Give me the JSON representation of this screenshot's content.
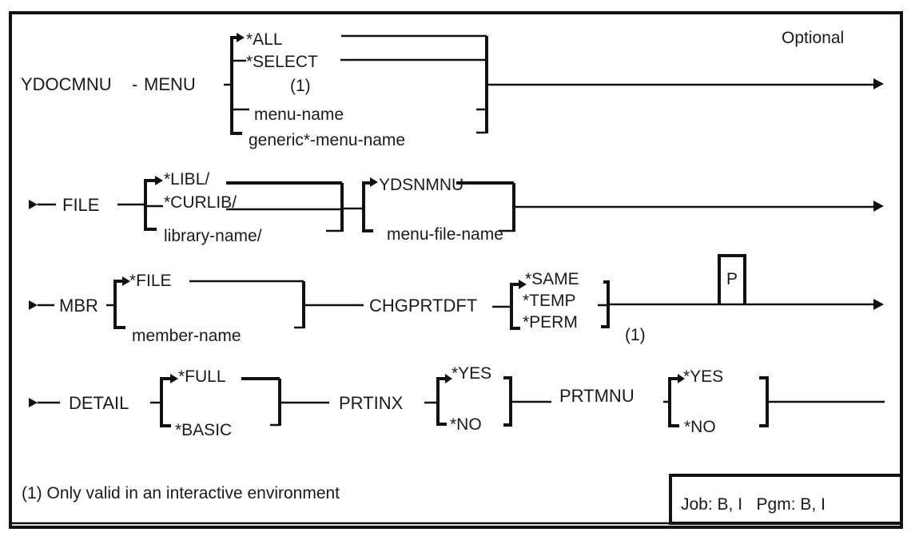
{
  "diagram": {
    "corner_label": "Optional",
    "rows": [
      {
        "command": "YDOCMNU",
        "separator": "-",
        "keyword": "MENU",
        "options": [
          "*ALL",
          "*SELECT",
          "(1)",
          "menu-name",
          "generic*-menu-name"
        ],
        "default": "*ALL"
      },
      {
        "keyword": "FILE",
        "library_options": [
          "*LIBL/",
          "*CURLIB/",
          "library-name/"
        ],
        "library_default": "*LIBL/",
        "file_options": [
          "YDSNMNU",
          "menu-file-name"
        ],
        "file_default": "YDSNMNU"
      },
      {
        "keyword": "MBR",
        "options": [
          "*FILE",
          "member-name"
        ],
        "default": "*FILE",
        "keyword2": "CHGPRTDFT",
        "options2": [
          "*SAME",
          "*TEMP",
          "*PERM"
        ],
        "default2": "*SAME",
        "note2": "(1)",
        "positional_marker": "P"
      },
      {
        "keyword": "DETAIL",
        "options": [
          "*FULL",
          "*BASIC"
        ],
        "default": "*FULL",
        "keyword2": "PRTINX",
        "options2": [
          "*YES",
          "*NO"
        ],
        "default2": "*YES",
        "keyword3": "PRTMNU",
        "options3": [
          "*YES",
          "*NO"
        ],
        "default3": "*YES"
      }
    ],
    "footnote": "(1) Only valid in an interactive environment",
    "environment": "Job: B, I   Pgm: B, I"
  }
}
